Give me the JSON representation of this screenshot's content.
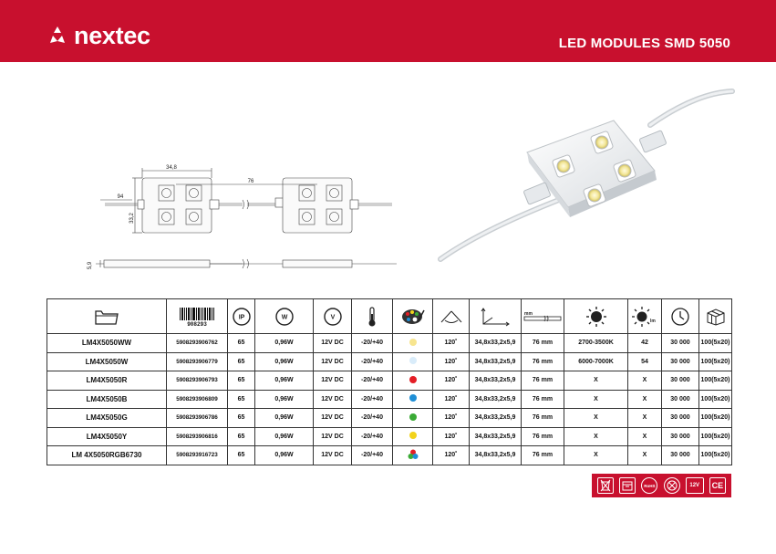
{
  "brand": {
    "name": "nextec"
  },
  "header": {
    "title": "LED MODULES SMD 5050"
  },
  "drawing": {
    "dims": {
      "width": "34,8",
      "spacing": "76",
      "left": "94",
      "height": "33,2",
      "thickness": "5,9"
    }
  },
  "table": {
    "header_barcode_digits": "908293",
    "header_icons": [
      "folder-icon",
      "barcode-icon",
      "ip-icon",
      "power-icon",
      "voltage-icon",
      "thermometer-icon",
      "color-palette-icon",
      "beam-angle-icon",
      "dimensions-icon",
      "spacing-icon",
      "color-temperature-icon",
      "luminous-flux-icon",
      "lifetime-icon",
      "package-icon"
    ],
    "header_labels": {
      "ip": "IP",
      "power": "W",
      "voltage": "V",
      "unit_mm": "mm"
    },
    "rows": [
      {
        "name": "LM4X5050WW",
        "ean": "5908293906762",
        "ip": "65",
        "power": "0,96W",
        "voltage": "12V DC",
        "temp": "-20/+40",
        "color": "#f7e58f",
        "angle": "120˚",
        "dims": "34,8x33,2x5,9",
        "spacing": "76 mm",
        "cct": "2700-3500K",
        "flux": "42",
        "life": "30 000",
        "pack": "100(5x20)"
      },
      {
        "name": "LM4X5050W",
        "ean": "5908293906779",
        "ip": "65",
        "power": "0,96W",
        "voltage": "12V DC",
        "temp": "-20/+40",
        "color": "#d9ecfa",
        "angle": "120˚",
        "dims": "34,8x33,2x5,9",
        "spacing": "76 mm",
        "cct": "6000-7000K",
        "flux": "54",
        "life": "30 000",
        "pack": "100(5x20)"
      },
      {
        "name": "LM4X5050R",
        "ean": "5908293906793",
        "ip": "65",
        "power": "0,96W",
        "voltage": "12V DC",
        "temp": "-20/+40",
        "color": "#e41e26",
        "angle": "120˚",
        "dims": "34,8x33,2x5,9",
        "spacing": "76 mm",
        "cct": "X",
        "flux": "X",
        "life": "30 000",
        "pack": "100(5x20)"
      },
      {
        "name": "LM4X5050B",
        "ean": "5908293906809",
        "ip": "65",
        "power": "0,96W",
        "voltage": "12V DC",
        "temp": "-20/+40",
        "color": "#1f8fd6",
        "angle": "120˚",
        "dims": "34,8x33,2x5,9",
        "spacing": "76 mm",
        "cct": "X",
        "flux": "X",
        "life": "30 000",
        "pack": "100(5x20)"
      },
      {
        "name": "LM4X5050G",
        "ean": "5908293906786",
        "ip": "65",
        "power": "0,96W",
        "voltage": "12V DC",
        "temp": "-20/+40",
        "color": "#3aaa35",
        "angle": "120˚",
        "dims": "34,8x33,2x5,9",
        "spacing": "76 mm",
        "cct": "X",
        "flux": "X",
        "life": "30 000",
        "pack": "100(5x20)"
      },
      {
        "name": "LM4X5050Y",
        "ean": "5908293906816",
        "ip": "65",
        "power": "0,96W",
        "voltage": "12V DC",
        "temp": "-20/+40",
        "color": "#f2d31b",
        "angle": "120˚",
        "dims": "34,8x33,2x5,9",
        "spacing": "76 mm",
        "cct": "X",
        "flux": "X",
        "life": "30 000",
        "pack": "100(5x20)"
      },
      {
        "name": "LM 4X5050RGB6730",
        "ean": "5908293916723",
        "ip": "65",
        "power": "0,96W",
        "voltage": "12V DC",
        "temp": "-20/+40",
        "color": "rgb",
        "angle": "120˚",
        "dims": "34,8x33,2x5,9",
        "spacing": "76 mm",
        "cct": "X",
        "flux": "X",
        "life": "30 000",
        "pack": "100(5x20)"
      }
    ]
  },
  "badges": [
    {
      "icon": "weee-bin-icon",
      "text": ""
    },
    {
      "icon": "recycle-icon",
      "text": ""
    },
    {
      "icon": "rohs-icon",
      "text": "RoHS"
    },
    {
      "icon": "no-dimmer-icon",
      "text": ""
    },
    {
      "icon": "voltage-12v-icon",
      "text": "12V"
    },
    {
      "icon": "ce-mark-icon",
      "text": "CE"
    }
  ],
  "colors": {
    "brand_red": "#c8102e"
  }
}
